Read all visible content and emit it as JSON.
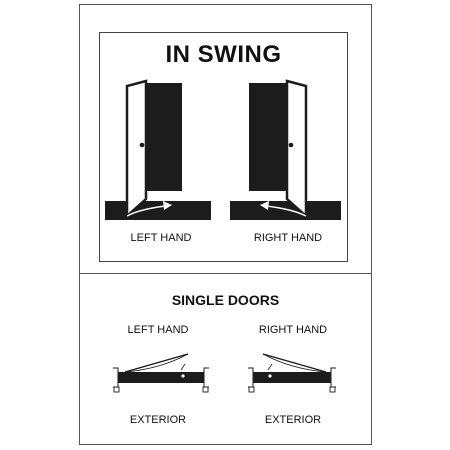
{
  "in_swing": {
    "title": "IN SWING",
    "left_label": "LEFT HAND",
    "right_label": "RIGHT HAND"
  },
  "single_doors": {
    "title": "SINGLE DOORS",
    "left_label": "LEFT HAND",
    "right_label": "RIGHT HAND",
    "left_caption": "EXTERIOR",
    "right_caption": "EXTERIOR"
  }
}
